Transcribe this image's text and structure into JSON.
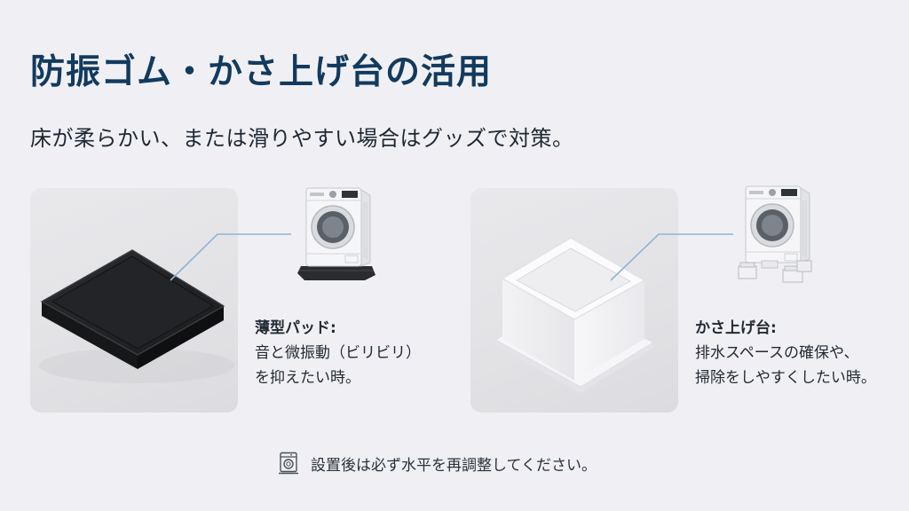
{
  "header": {
    "title": "防振ゴム・かさ上げ台の活用",
    "subtitle": "床が柔らかい、または滑りやすい場合はグッズで対策。"
  },
  "items": [
    {
      "name": "薄型パッド",
      "heading": "薄型パッド:",
      "lines": [
        "音と微振動（ビリビリ）",
        "を抑えたい時。"
      ],
      "product_color": "#1f2124",
      "icon": "rubber-pad-image"
    },
    {
      "name": "かさ上げ台",
      "heading": "かさ上げ台:",
      "lines": [
        "排水スペースの確保や、",
        "掃除をしやすくしたい時。"
      ],
      "product_color": "#f4f4f6",
      "icon": "riser-block-image"
    }
  ],
  "footer": {
    "icon": "washing-machine-icon",
    "note": "設置後は必ず水平を再調整してください。"
  },
  "colors": {
    "background": "#f0f0f4",
    "title": "#123a5e",
    "connector": "#8fb3d3",
    "panel": "#e4e4e7"
  }
}
